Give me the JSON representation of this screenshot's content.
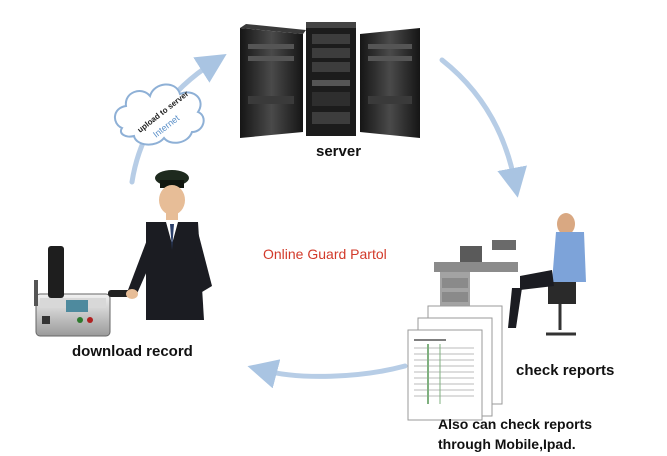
{
  "title": "Online Guard Partol",
  "nodes": {
    "server": "server",
    "download": "download record",
    "check": "check reports",
    "mobile_line1": "Also can check reports",
    "mobile_line2": "through Mobile,Ipad."
  },
  "cloud": {
    "line1": "upload to server",
    "line2": "Internet"
  },
  "colors": {
    "arrow": "#a9c4e2",
    "title": "#d23a2a",
    "rack": "#2a2a2a",
    "suit": "#1b1c22"
  }
}
